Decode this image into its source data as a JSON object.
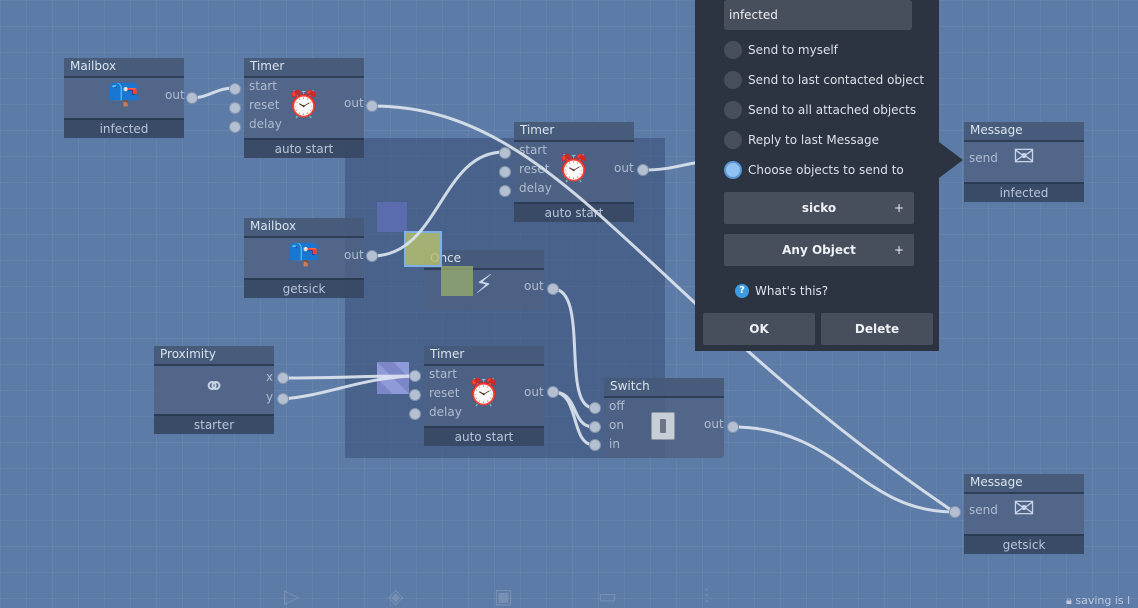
{
  "nodes": {
    "mailbox1": {
      "title": "Mailbox",
      "out": "out",
      "footer": "infected"
    },
    "timer1": {
      "title": "Timer",
      "in1": "start",
      "in2": "reset",
      "in3": "delay",
      "out": "out",
      "footer": "auto start"
    },
    "timer2": {
      "title": "Timer",
      "in1": "start",
      "in2": "reset",
      "in3": "delay",
      "out": "out",
      "footer": "auto start"
    },
    "mailbox2": {
      "title": "Mailbox",
      "out": "out",
      "footer": "getsick"
    },
    "once": {
      "title": "Once",
      "out": "out"
    },
    "proximity": {
      "title": "Proximity",
      "out1": "x",
      "out2": "y",
      "footer": "starter"
    },
    "timer3": {
      "title": "Timer",
      "in1": "start",
      "in2": "reset",
      "in3": "delay",
      "out": "out",
      "footer": "auto start"
    },
    "switch": {
      "title": "Switch",
      "in1": "off",
      "in2": "on",
      "in3": "in",
      "out": "out"
    },
    "message1": {
      "title": "Message",
      "in": "send",
      "footer": "infected"
    },
    "message2": {
      "title": "Message",
      "in": "send",
      "footer": "getsick"
    }
  },
  "panel": {
    "message_name": "infected",
    "options": [
      {
        "label": "Send to myself",
        "selected": false
      },
      {
        "label": "Send to last contacted object",
        "selected": false
      },
      {
        "label": "Send to all attached objects",
        "selected": false
      },
      {
        "label": "Reply to last Message",
        "selected": false
      },
      {
        "label": "Choose objects to send to",
        "selected": true
      }
    ],
    "object_button_1": "sicko",
    "object_button_2": "Any Object",
    "plus": "+",
    "help": "What's this?",
    "ok": "OK",
    "delete": "Delete"
  },
  "footer": {
    "saving": "saving is l"
  },
  "icons": [
    "mailbox-icon",
    "alarm-clock-icon",
    "lightning-icon",
    "proximity-icon",
    "switch-icon",
    "envelope-icon",
    "play-icon",
    "cube-icon",
    "image-icon",
    "folder-icon",
    "sliders-icon",
    "lock-icon"
  ],
  "colors": {
    "canvas": "#5d7ba7",
    "node": "#4e6282",
    "panel": "#2c3442",
    "selected_radio": "#8fc1f2",
    "wire": "#dfe6f0"
  }
}
